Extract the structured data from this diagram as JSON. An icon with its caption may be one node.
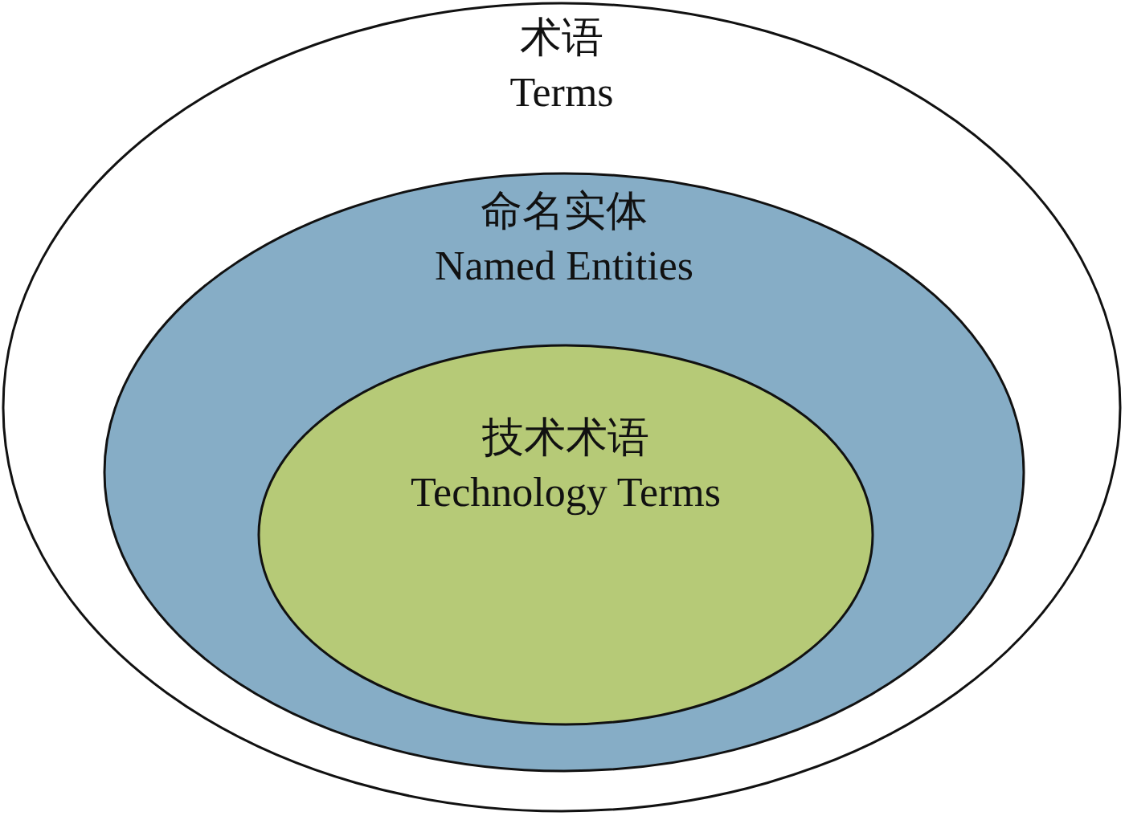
{
  "diagram": {
    "nodes": [
      {
        "text": [
          "术语",
          "Terms"
        ]
      },
      {
        "text": [
          "命名实体",
          "Named Entities"
        ],
        "in": 0
      },
      {
        "text": [
          "技术术语",
          "Technology Terms"
        ],
        "in": 1
      }
    ]
  }
}
